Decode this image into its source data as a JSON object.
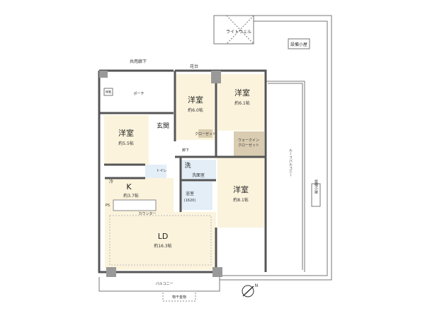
{
  "colors": {
    "room_fill": "#fbf3dc",
    "wet_fill": "#e3eef7",
    "closet_fill": "#d9ccb0",
    "wall": "#555555",
    "pillar": "#999999"
  },
  "labels": {
    "lightwell": "ライトウェル",
    "equipment_shed_top": "設備小屋",
    "common_corridor": "共用廊下",
    "flower_bed": "花台",
    "mb": "MB",
    "porch": "ポーチ",
    "entrance": "玄関",
    "hallway": "廊下",
    "roof_balcony": "ルーフバルコニー",
    "equipment_shed_side": "設備小屋",
    "balcony": "バルコニー",
    "laundry_hardware": "物干金物",
    "counter": "カウンター",
    "ps": "PS",
    "refrigerator": "冷"
  },
  "rooms": {
    "western_6_0": {
      "name": "洋室",
      "size": "約6.0帖"
    },
    "western_6_1": {
      "name": "洋室",
      "size": "約6.1帖"
    },
    "western_5_5": {
      "name": "洋室",
      "size": "約5.5帖"
    },
    "western_8_1": {
      "name": "洋室",
      "size": "約8.1帖"
    },
    "walk_in_closet": {
      "name": "ウォークイン",
      "name2": "クローゼット"
    },
    "closet": "クローゼット",
    "washroom": {
      "mark": "洗",
      "name": "洗面室"
    },
    "bathroom": {
      "name": "浴室",
      "size": "(1620)"
    },
    "toilet": "トイレ",
    "kitchen": {
      "name": "K",
      "size": "約3.7帖"
    },
    "living_dining": {
      "name": "LD",
      "size": "約16.3帖"
    }
  },
  "compass": {
    "north": "N"
  }
}
